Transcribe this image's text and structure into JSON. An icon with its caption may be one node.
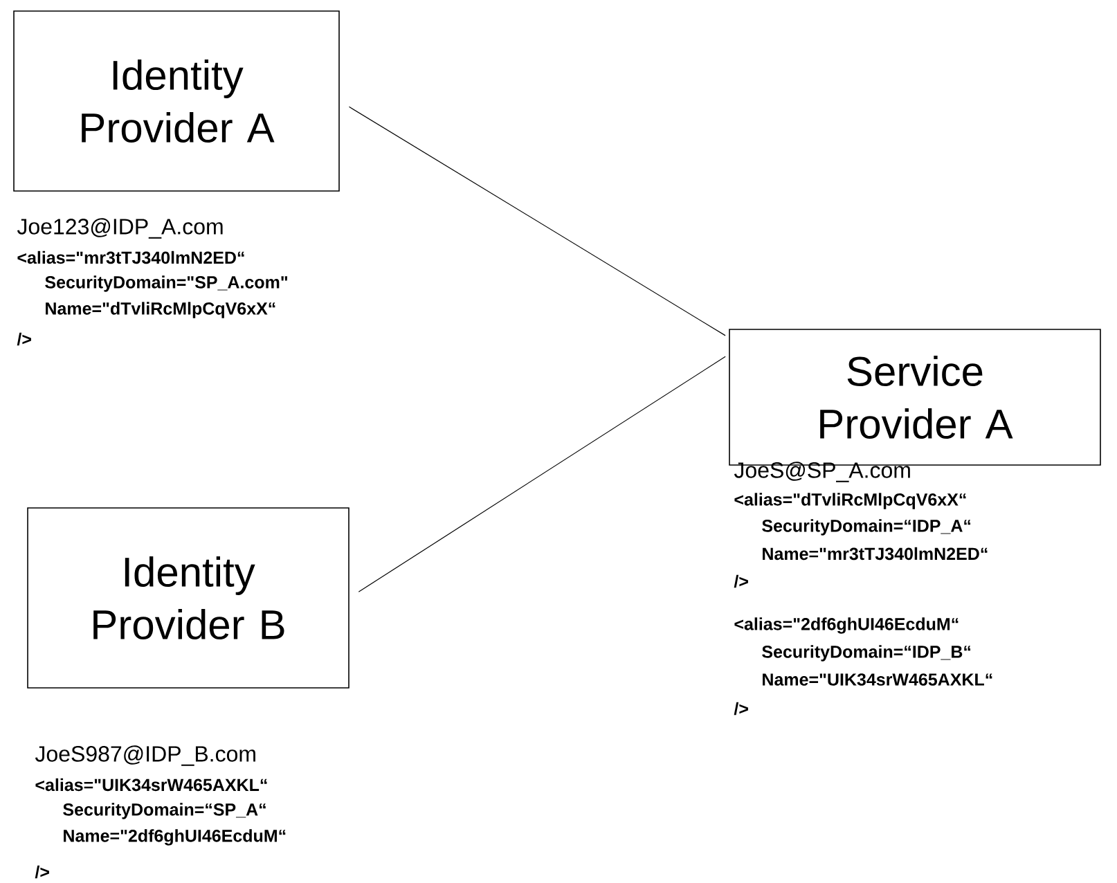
{
  "diagram": {
    "nodes": [
      {
        "text": [
          "Identity Provider A"
        ],
        "beside": [
          "Joe123@IDP_A.com",
          "<alias=\"mr3tTJ340lmN2ED“",
          "SecurityDomain=\"SP_A.com\"",
          "Name=\"dTvliRcMlpCqV6xX“",
          "/>"
        ]
      },
      {
        "text": [
          "Identity Provider B"
        ],
        "beside": [
          "JoeS987@IDP_B.com",
          "<alias=\"UIK34srW465AXKL“",
          "SecurityDomain=“SP_A“",
          "Name=\"2df6ghUI46EcduM“",
          "/>"
        ]
      },
      {
        "text": [
          "Service Provider A"
        ],
        "beside": [
          "JoeS@SP_A.com",
          "<alias=\"dTvliRcMlpCqV6xX“",
          "SecurityDomain=“IDP_A“",
          "Name=\"mr3tTJ340lmN2ED“",
          "/>",
          "<alias=\"2df6ghUI46EcduM“",
          "SecurityDomain=“IDP_B“",
          "Name=\"UIK34srW465AXKL“",
          "/>"
        ]
      }
    ],
    "edges": [
      {
        "from": 0,
        "to": 2,
        "arrow": "none"
      },
      {
        "from": 1,
        "to": 2,
        "arrow": "none"
      }
    ]
  }
}
